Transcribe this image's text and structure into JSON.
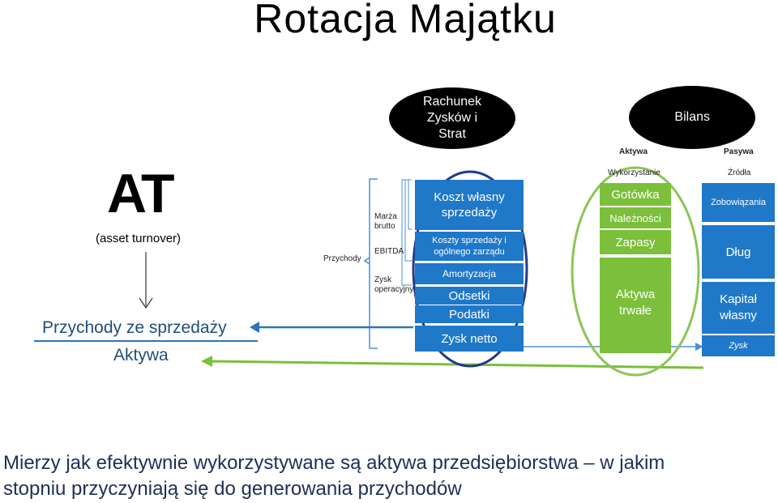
{
  "title": "Rotacja Majątku",
  "at": {
    "big": "AT",
    "sub": "(asset turnover)"
  },
  "ratio": {
    "numerator": "Przychody ze sprzedaży",
    "denominator": "Aktywa"
  },
  "ovals": {
    "pl": [
      "Rachunek",
      "Zysków i",
      "Strat"
    ],
    "bilans": "Bilans"
  },
  "labels": {
    "przychody": "Przychody",
    "marza": [
      "Marża",
      "brutto"
    ],
    "ebitda": "EBITDA",
    "zysk_op": [
      "Zysk",
      "operacyjny"
    ],
    "aktywa": "Aktywa",
    "pasywa": "Pasywa",
    "wykorzystanie": "Wykorzystanie",
    "zrodla": "Źródła"
  },
  "pl_boxes": {
    "koszt": [
      "Koszt własny",
      "sprzedaży"
    ],
    "koszty_ogolne": [
      "Koszty sprzedaży i",
      "ogólnego zarządu"
    ],
    "amortyzacja": "Amortyzacja",
    "odsetki": "Odsetki",
    "podatki": "Podatki",
    "zysk_netto": "Zysk netto"
  },
  "assets": {
    "gotowka": "Gotówka",
    "naleznosci": "Należności",
    "zapasy": "Zapasy",
    "trwale": [
      "Aktywa",
      "trwałe"
    ]
  },
  "liabilities": {
    "zobowiazania": "Zobowiązania",
    "dlug": "Dług",
    "kapital": [
      "Kapitał",
      "własny"
    ],
    "zysk": "Zysk"
  },
  "bottom_text": [
    "Mierzy jak efektywnie wykorzystywane są aktywa przedsiębiorstwa – w jakim",
    "stopniu przyczyniają się do generowania przychodów"
  ]
}
